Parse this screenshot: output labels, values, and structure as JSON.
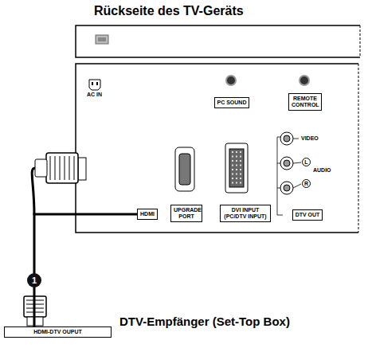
{
  "diagram": {
    "title": "Rückseite des TV-Geräts",
    "nodes": [
      {
        "text": [
          "PC SOUND"
        ]
      },
      {
        "text": [
          "REMOTE CONTROL"
        ]
      },
      {
        "text": [
          "HDMI"
        ]
      },
      {
        "text": [
          "UPGRADE PORT"
        ]
      },
      {
        "text": [
          "DVI INPUT (PC/DTV INPUT)"
        ]
      },
      {
        "text": [
          "DTV OUT"
        ]
      },
      {
        "text": [
          "HDMI-DTV OUPUT"
        ]
      }
    ],
    "edges": [
      {
        "from": 2,
        "to": 6,
        "label": "1",
        "arrow": "none"
      }
    ],
    "labels": [
      "AC IN",
      "VIDEO",
      "L",
      "AUDIO",
      "R",
      "DTV-Empfänger (Set-Top Box)"
    ]
  }
}
